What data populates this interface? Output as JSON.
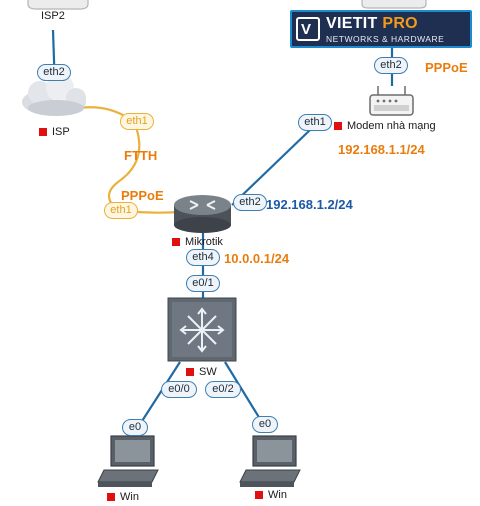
{
  "devices": {
    "isp2": {
      "name": "ISP2"
    },
    "isp": {
      "name": "ISP"
    },
    "modem": {
      "name": "Modem nhà mạng"
    },
    "mikrotik": {
      "name": "Mikrotik"
    },
    "sw": {
      "name": "SW"
    },
    "win1": {
      "name": "Win"
    },
    "win2": {
      "name": "Win"
    }
  },
  "ports": {
    "isp2_eth2": "eth2",
    "isp_eth1": "eth1",
    "mikrotik_eth1": "eth1",
    "modem_eth1": "eth1",
    "modem_eth2": "eth2",
    "mikrotik_eth2": "eth2",
    "mikrotik_eth4": "eth4",
    "sw_e01": "e0/1",
    "sw_e00": "e0/0",
    "sw_e02": "e0/2",
    "win1_e0": "e0",
    "win2_e0": "e0"
  },
  "notes": {
    "ftth": "FTTH",
    "pppoe_isp": "PPPoE",
    "pppoe_modem": "PPPoE",
    "modem_ip": "192.168.1.1/24",
    "mikrotik_wan_ip": "192.168.1.2/24",
    "mikrotik_lan_ip": "10.0.0.1/24"
  },
  "brand": {
    "mark": "V",
    "name_a": "VIETIT",
    "name_b": "PRO",
    "tagline": "NETWORKS & HARDWARE"
  },
  "colors": {
    "link_blue": "#1f6aa3",
    "link_orange": "#e8b23c",
    "note_orange": "#ea7c0e",
    "note_blue": "#1b58a6",
    "status_red": "#e01010"
  }
}
